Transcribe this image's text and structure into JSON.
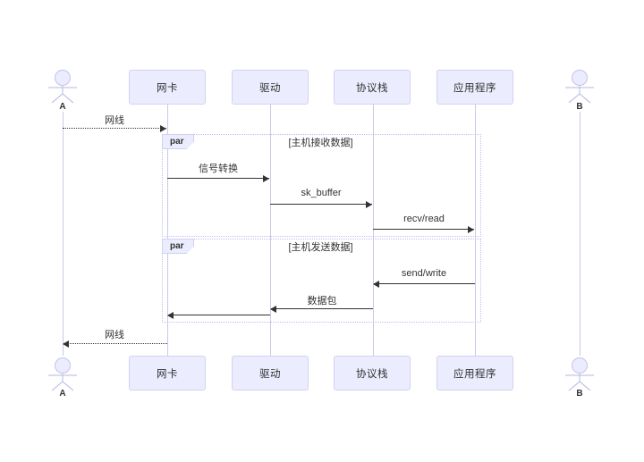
{
  "diagram": {
    "type": "sequence",
    "actors": [
      {
        "id": "A",
        "label": "A"
      },
      {
        "id": "B",
        "label": "B"
      }
    ],
    "participants": [
      {
        "label": "网卡"
      },
      {
        "label": "驱动"
      },
      {
        "label": "协议栈"
      },
      {
        "label": "应用程序"
      }
    ],
    "frames": [
      {
        "keyword": "par",
        "title": "[主机接收数据]"
      },
      {
        "keyword": "par",
        "title": "[主机发送数据]"
      }
    ],
    "messages": [
      {
        "label": "网线",
        "from": "A",
        "to": "网卡",
        "line": "dotted"
      },
      {
        "label": "信号转换",
        "from": "网卡",
        "to": "驱动",
        "line": "solid"
      },
      {
        "label": "sk_buffer",
        "from": "驱动",
        "to": "协议栈",
        "line": "solid"
      },
      {
        "label": "recv/read",
        "from": "协议栈",
        "to": "应用程序",
        "line": "solid"
      },
      {
        "label": "send/write",
        "from": "应用程序",
        "to": "协议栈",
        "line": "solid"
      },
      {
        "label": "数据包",
        "from": "协议栈",
        "to": "驱动",
        "line": "solid"
      },
      {
        "label": "",
        "from": "驱动",
        "to": "网卡",
        "line": "solid"
      },
      {
        "label": "网线",
        "from": "网卡",
        "to": "A",
        "line": "dotted"
      }
    ],
    "colors": {
      "participant_fill": "#ECECFF",
      "participant_border": "#D2D2F0",
      "lifeline": "#C9C9E6",
      "frame_border": "#BFBFE8",
      "arrow": "#333333",
      "text": "#333333",
      "background": "#FFFFFF"
    }
  }
}
